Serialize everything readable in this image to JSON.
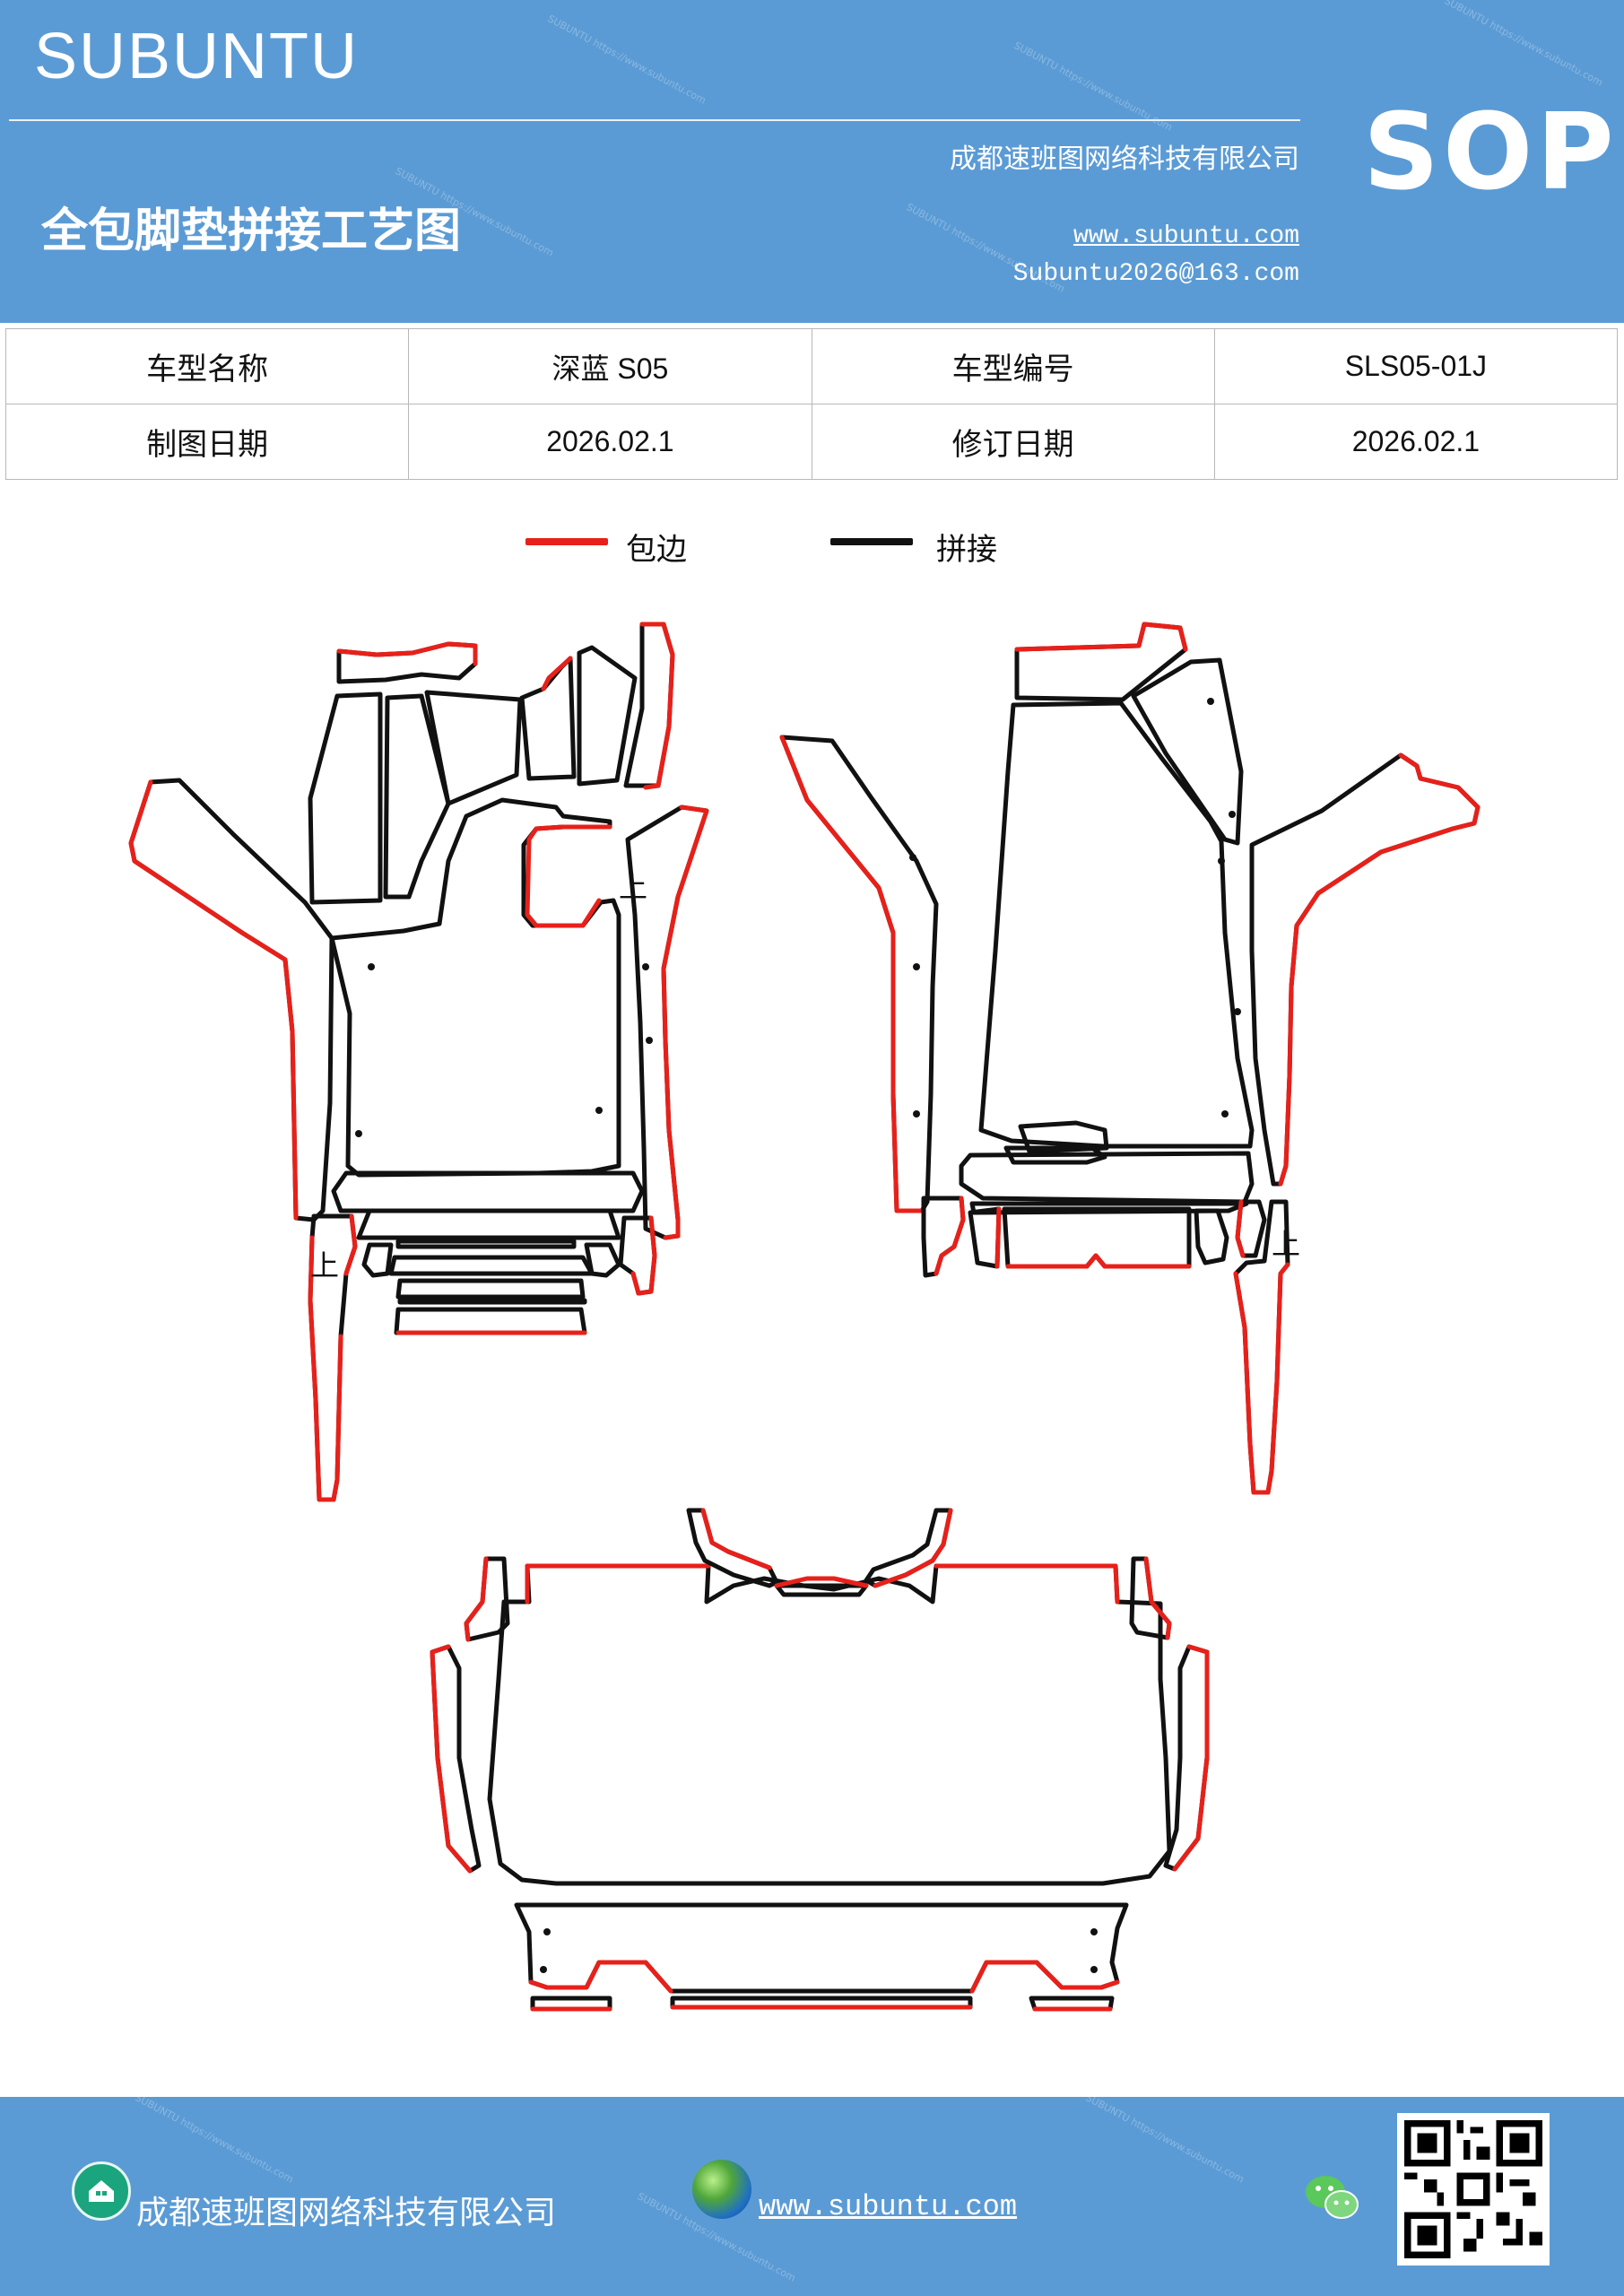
{
  "header": {
    "brand": "SUBUNTU",
    "badge": "SOP",
    "company": "成都速班图网络科技有限公司",
    "title": "全包脚垫拼接工艺图",
    "website": "www.subuntu.com",
    "email": "Subuntu2026@163.com"
  },
  "info_table": {
    "rows": [
      {
        "label1": "车型名称",
        "value1": "深蓝 S05",
        "label2": "车型编号",
        "value2": "SLS05-01J"
      },
      {
        "label1": "制图日期",
        "value1": "2026.02.1",
        "label2": "修订日期",
        "value2": "2026.02.1"
      }
    ]
  },
  "legend": {
    "items": [
      {
        "label": "包边",
        "color": "#e8201a"
      },
      {
        "label": "拼接",
        "color": "#111111"
      }
    ]
  },
  "diagram": {
    "up_marker": "上",
    "edge_color": "#e8201a",
    "seam_color": "#111111"
  },
  "footer": {
    "company": "成都速班图网络科技有限公司",
    "website": "www.subuntu.com",
    "icons": [
      "house-icon",
      "globe-icon",
      "wechat-icon",
      "qr-code"
    ]
  },
  "colors": {
    "brand_blue": "#5b9bd5"
  }
}
